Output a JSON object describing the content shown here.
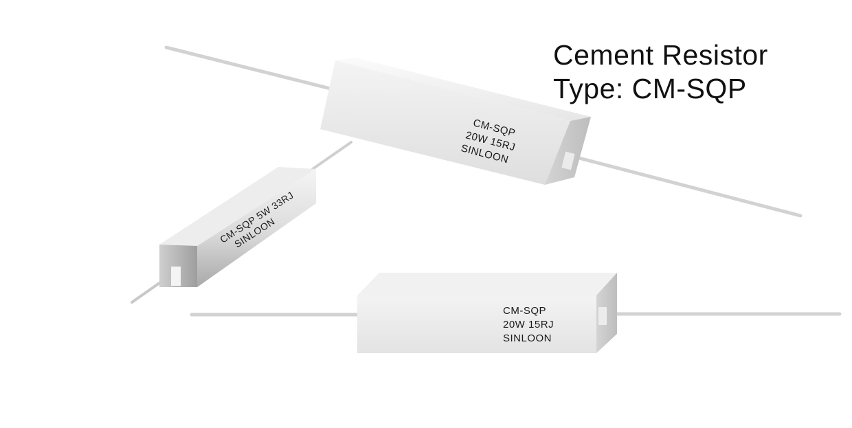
{
  "heading": {
    "title": "Cement Resistor",
    "type": "Type: CM-SQP"
  },
  "resistors": [
    {
      "id": "large-tilted",
      "lines": [
        "CM-SQP",
        "20W 15RJ",
        "SINLOON"
      ]
    },
    {
      "id": "small-tilted",
      "lines": [
        "CM-SQP 5W 33RJ",
        "SINLOON"
      ]
    },
    {
      "id": "large-flat",
      "lines": [
        "CM-SQP",
        "20W 15RJ",
        "SINLOON"
      ]
    }
  ],
  "colors": {
    "body_light": "#f2f2f2",
    "body_mid": "#dcdcdc",
    "body_shadow": "#c4c4c4",
    "lead_wire": "#cfcfcf",
    "text": "#1a1a1a"
  }
}
